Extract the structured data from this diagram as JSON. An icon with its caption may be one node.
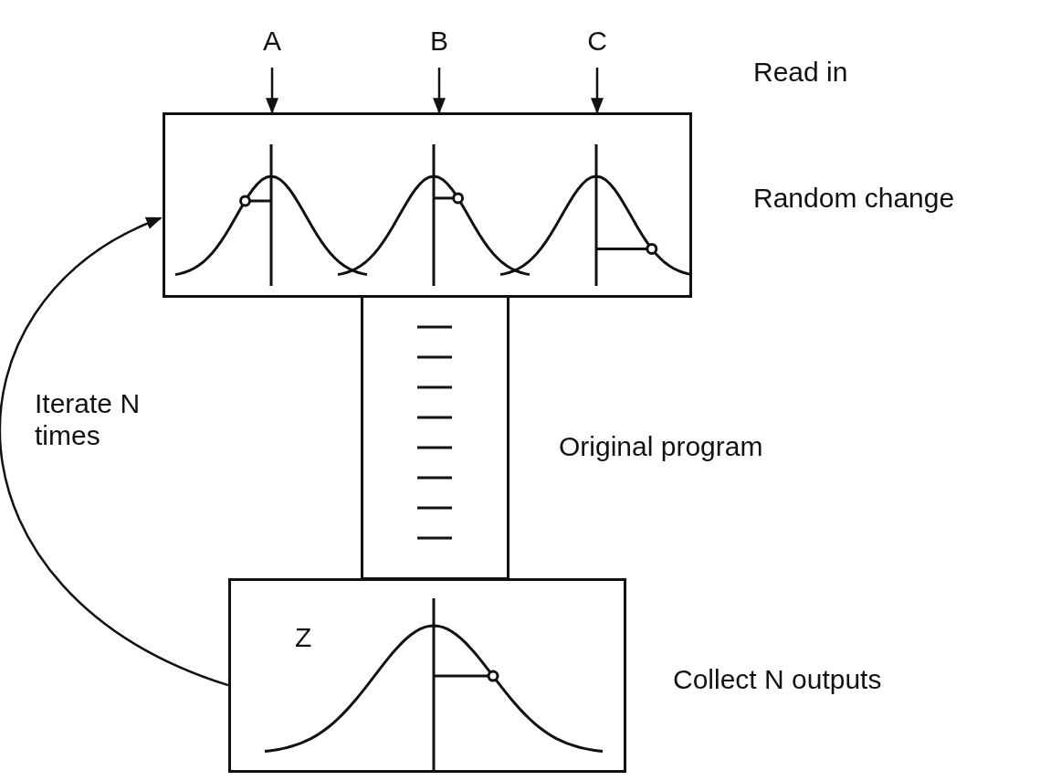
{
  "diagram": {
    "nodes": [
      {
        "text": [
          "A"
        ]
      },
      {
        "text": [
          "B"
        ]
      },
      {
        "text": [
          "C"
        ]
      },
      {
        "text": [],
        "shape": "picture"
      },
      {
        "text": [],
        "shape": "box"
      },
      {
        "text": [
          "Z"
        ]
      }
    ],
    "edges": [
      {
        "from": 0,
        "to": 3,
        "arrow": "to"
      },
      {
        "from": 1,
        "to": 3,
        "arrow": "to"
      },
      {
        "from": 2,
        "to": 3,
        "arrow": "to"
      },
      {
        "from": 5,
        "to": 3,
        "arrow": "to",
        "label": "Iterate N times"
      }
    ],
    "labels": [
      "Read in",
      "Random change",
      "Original program",
      "Collect N outputs"
    ]
  }
}
